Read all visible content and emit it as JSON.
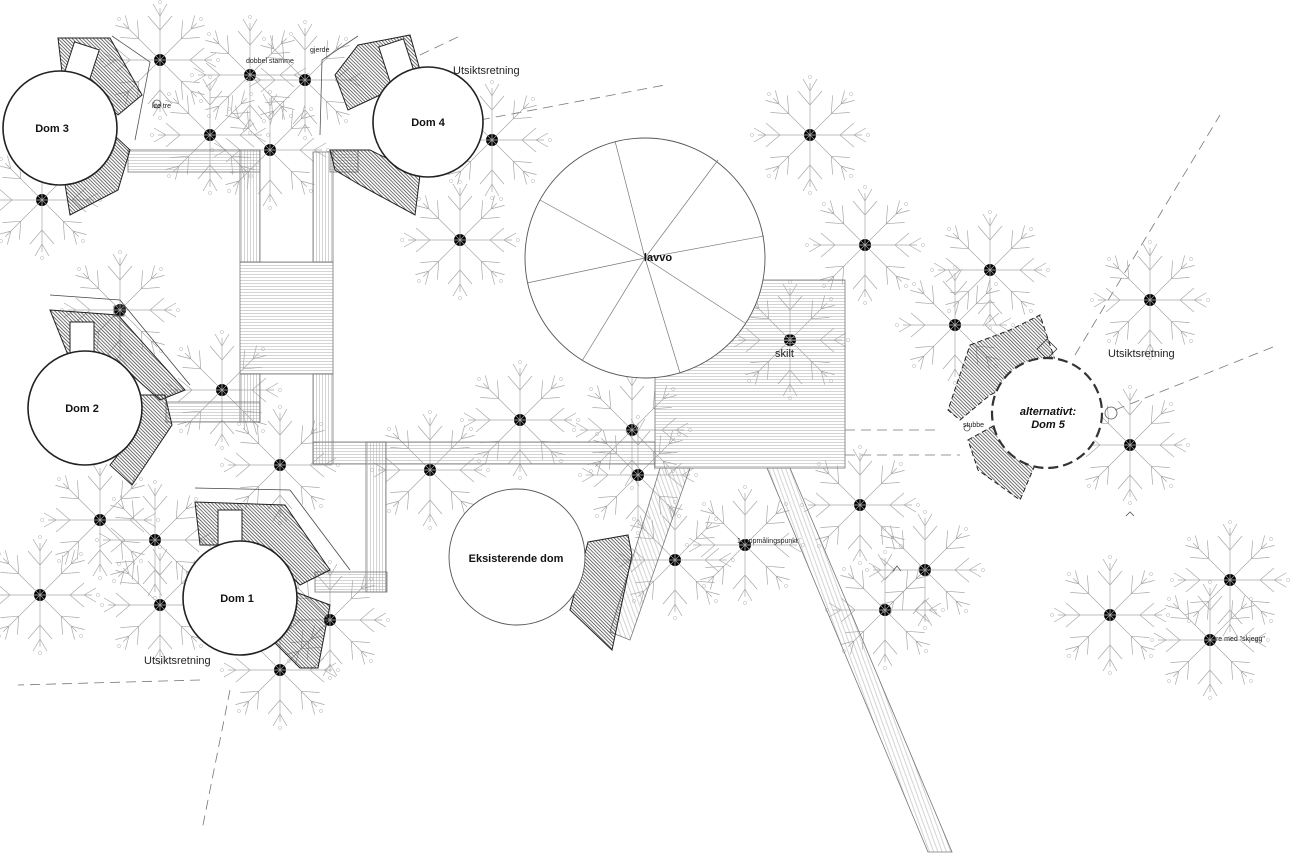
{
  "labels": {
    "dom1": "Dom 1",
    "dom2": "Dom 2",
    "dom3": "Dom 3",
    "dom4": "Dom 4",
    "dom5_line1": "alternativt:",
    "dom5_line2": "Dom 5",
    "lavvo": "lavvo",
    "existing_dome": "Eksisterende dom",
    "sign": "skilt",
    "view_direction_1": "Utsiktsretning",
    "view_direction_2": "Utsiktsretning",
    "view_direction_3": "Utsiktsretning",
    "note_double_trunk": "dobbel stamme",
    "note_fence": "gjerde",
    "note_small_tree": "lite tre",
    "note_stump": "stubbe",
    "note_survey_point": "1. oppmålingspunkt",
    "note_tree_beard": "tre med \"skjegg\""
  },
  "colors": {
    "line": "#333333",
    "tree": "#9a9a9a",
    "hatch": "#444444"
  }
}
